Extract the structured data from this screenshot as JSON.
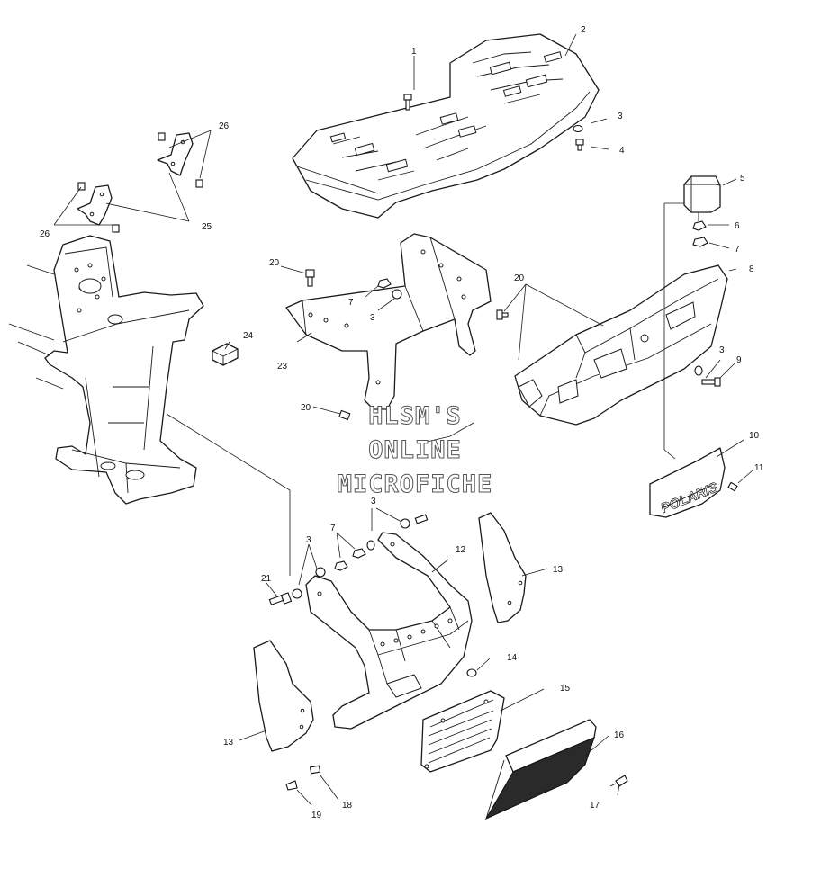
{
  "callouts": {
    "c1": "1",
    "c2": "2",
    "c3a": "3",
    "c3b": "3",
    "c3c": "3",
    "c3d": "3",
    "c3e": "3",
    "c4": "4",
    "c5": "5",
    "c6": "6",
    "c7a": "7",
    "c7b": "7",
    "c7c": "7",
    "c8": "8",
    "c9": "9",
    "c10": "10",
    "c11": "11",
    "c12": "12",
    "c13a": "13",
    "c13b": "13",
    "c14": "14",
    "c15": "15",
    "c16": "16",
    "c17": "17",
    "c18": "18",
    "c19": "19",
    "c20a": "20",
    "c20b": "20",
    "c20c": "20",
    "c21": "21",
    "c23": "23",
    "c24": "24",
    "c25": "25",
    "c26a": "26",
    "c26b": "26"
  },
  "watermark": {
    "line1": "HLSM'S",
    "line2": "ONLINE",
    "line3": "MICROFICHE"
  },
  "mud_flap_logo": "POLARIS",
  "colors": {
    "line": "#1a1a1a",
    "background": "#ffffff",
    "watermark_outline": "#555555"
  }
}
